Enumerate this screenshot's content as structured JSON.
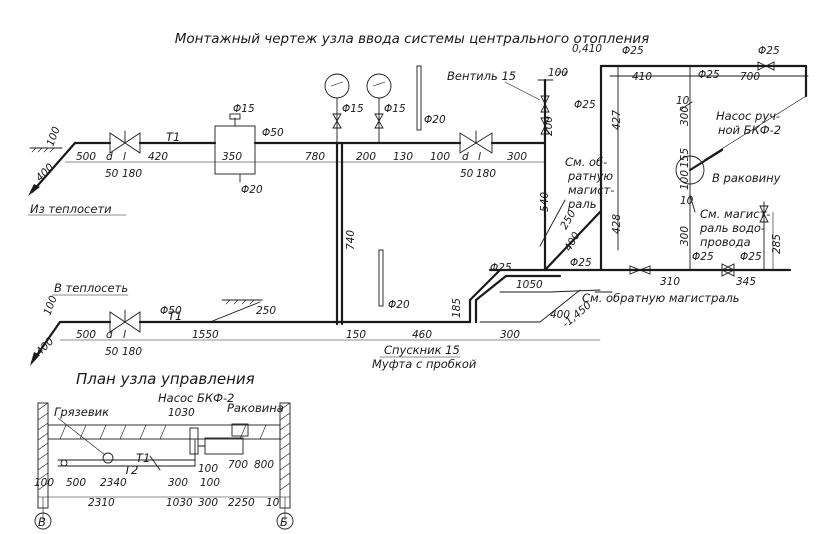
{
  "title": "Монтажный чертеж узла ввода системы центрального отопления",
  "plan_title": "План узла управления",
  "labels": {
    "from_heat_network": "Из теплосети",
    "to_heat_network": "В теплосеть",
    "valve_15": "Вентиль 15",
    "pump_line1": "Насос руч-",
    "pump_line2": "ной БКФ-2",
    "to_sink": "В раковину",
    "see_return1": "См. об-",
    "see_return2": "ратную",
    "see_return3": "магист-",
    "see_return4": "раль",
    "see_water1": "См. магист-",
    "see_water2": "раль водо-",
    "see_water3": "провода",
    "see_return_main": "См. обратную магистраль",
    "drain": "Спускник 15",
    "coupling": "Муфта с пробкой",
    "t1": "T1",
    "mud_trap": "Грязевик",
    "pump_plan": "Насос БКФ-2",
    "sink": "Раковина",
    "plan_t1": "T1",
    "plan_t2": "T2",
    "axis_v": "В",
    "axis_b": "Б"
  },
  "dims": {
    "d100a": "100",
    "d400a": "400",
    "d500a": "500",
    "dda": "d",
    "dla": "l",
    "d50a": "50",
    "d180a": "180",
    "d420": "420",
    "phi15a": "Φ15",
    "d350": "350",
    "phi50a": "Φ50",
    "phi20a": "Φ20",
    "d780": "780",
    "phi15b": "Φ15",
    "phi15c": "Φ15",
    "phi20b": "Φ20",
    "d200a": "200",
    "d130": "130",
    "d100b": "100",
    "ddb": "d",
    "dlb": "l",
    "d50b": "50",
    "d180b": "180",
    "d300a": "300",
    "d100c": "100",
    "d200b": "200",
    "d0410": "0,410",
    "phi25a": "Φ25",
    "phi25b": "Φ25",
    "d410": "410",
    "phi25c": "Φ25",
    "d700a": "700",
    "phi25d": "Φ25",
    "d427": "427",
    "d10a": "10",
    "d300b": "300",
    "d155": "155",
    "d100d": "100",
    "d540": "540",
    "d250a": "250",
    "d400b": "400",
    "d428": "428",
    "d300c": "300",
    "d10b": "10",
    "d740": "740",
    "phi20c": "Φ20",
    "phi25e": "Φ25",
    "phi25f": "Φ25",
    "phi25g": "Φ25",
    "d1050": "1050",
    "d310": "310",
    "d345": "345",
    "d285": "285",
    "d100e": "100",
    "d400c": "400",
    "d500b": "500",
    "ddc": "d",
    "dlc": "l",
    "d50c": "50",
    "d180c": "180",
    "phi50b": "Φ50",
    "d1550": "1550",
    "d250b": "250",
    "d150": "150",
    "d460": "460",
    "d185": "185",
    "d300d": "300",
    "d400d": "400",
    "dm1450": "-1,450",
    "phi20d": "Φ20",
    "p1030a": "1030",
    "p100a": "100",
    "p700": "700",
    "p800": "800",
    "p500": "500",
    "p2340": "2340",
    "p300a": "300",
    "p100b": "100",
    "p2310": "2310",
    "p1030b": "1030",
    "p300b": "300",
    "p2250": "2250",
    "p10": "10",
    "p100c": "100"
  }
}
